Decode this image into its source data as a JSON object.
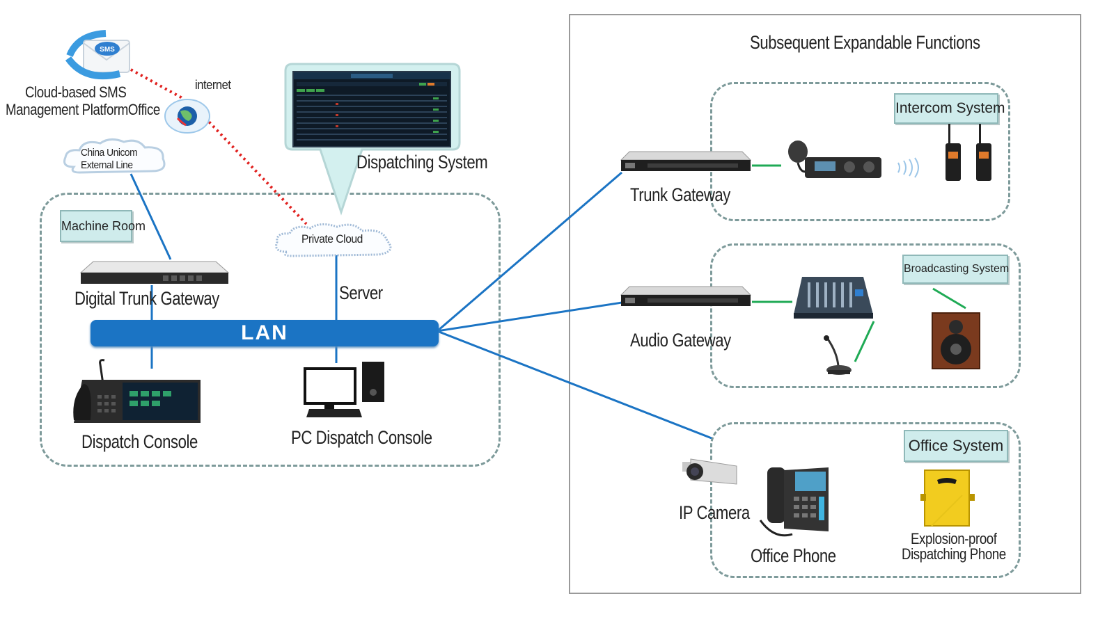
{
  "labels": {
    "cloud_sms": "Cloud-based SMS",
    "cloud_sms_line2": "Management PlatformOffice",
    "internet": "internet",
    "china_unicom": "China Unicom",
    "china_unicom_line2": "External Line",
    "dispatching_system": "Dispatching System",
    "machine_room": "Machine Room",
    "private_cloud": "Private Cloud",
    "digital_trunk_gateway": "Digital Trunk Gateway",
    "server": "Server",
    "lan": "LAN",
    "dispatch_console": "Dispatch Console",
    "pc_dispatch_console": "PC Dispatch Console",
    "subsequent_title": "Subsequent Expandable Functions",
    "trunk_gateway": "Trunk Gateway",
    "intercom_system": "Intercom System",
    "audio_gateway": "Audio Gateway",
    "broadcasting_system": "Broadcasting System",
    "office_system": "Office System",
    "ip_camera": "IP Camera",
    "office_phone": "Office Phone",
    "explosion_proof": "Explosion-proof",
    "explosion_proof_line2": "Dispatching Phone"
  },
  "colors": {
    "link_blue": "#1b74c4",
    "link_green": "#1faa55",
    "internet_dotted": "#e0201e",
    "zone_dash": "#7d9a9a",
    "tag_fill": "#cfecec"
  },
  "icons": {
    "sms": "sms-envelope-icon",
    "globe": "globe-icon",
    "cloud": "cloud-icon",
    "gateway": "rack-gateway-icon",
    "console": "dispatch-console-icon",
    "pc": "desktop-pc-icon",
    "radio": "mobile-radio-icon",
    "walkie": "walkie-talkie-icon",
    "mixer": "audio-mixer-icon",
    "mic": "gooseneck-mic-icon",
    "speaker": "speaker-icon",
    "camera": "ip-camera-icon",
    "phone": "office-phone-icon",
    "explosion_phone": "explosion-proof-phone-icon"
  }
}
